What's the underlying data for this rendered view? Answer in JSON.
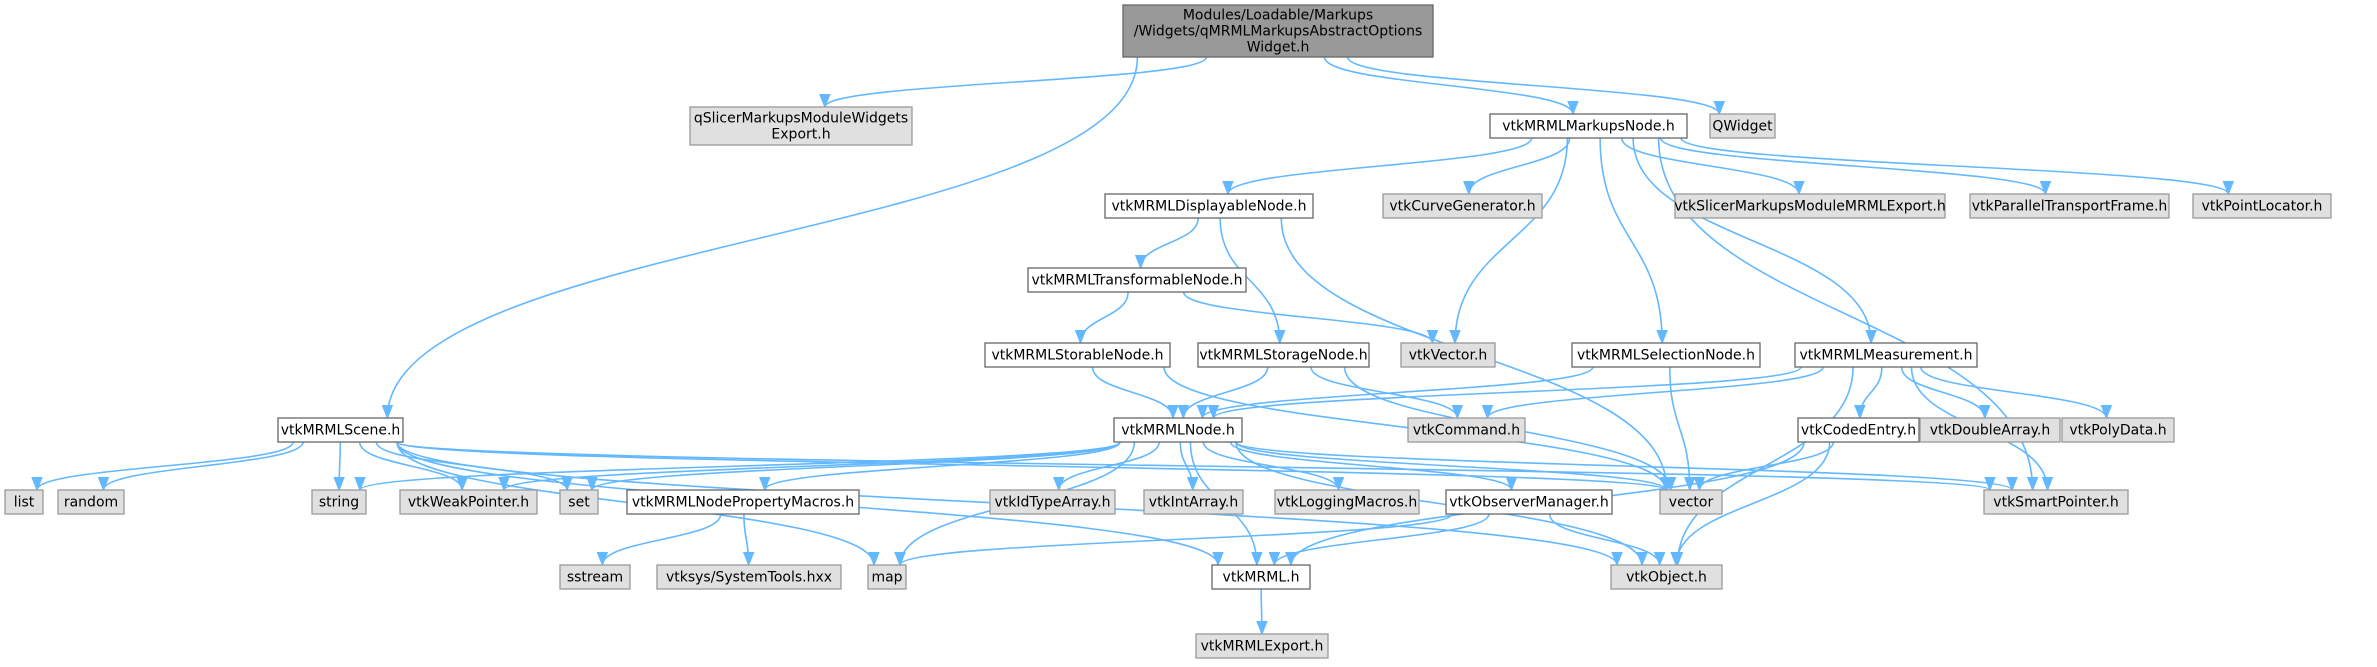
{
  "colors": {
    "edge": "#63b8ff",
    "root_fill": "#999999",
    "root_stroke": "#666666",
    "doc_fill": "#ffffff",
    "doc_stroke": "#666666",
    "ext_fill": "#e0e0e0",
    "ext_stroke": "#999999",
    "text": "#000000"
  },
  "nodes": [
    {
      "id": "root",
      "label": [
        "Modules/Loadable/Markups",
        "/Widgets/qMRMLMarkupsAbstractOptions",
        "Widget.h"
      ],
      "kind": "root"
    },
    {
      "id": "qsmexp",
      "label": [
        "qSlicerMarkupsModuleWidgets",
        "Export.h"
      ],
      "kind": "ext"
    },
    {
      "id": "markupsnode",
      "label": [
        "vtkMRMLMarkupsNode.h"
      ],
      "kind": "doc"
    },
    {
      "id": "qwidget",
      "label": [
        "QWidget"
      ],
      "kind": "ext"
    },
    {
      "id": "displayable",
      "label": [
        "vtkMRMLDisplayableNode.h"
      ],
      "kind": "doc"
    },
    {
      "id": "curvegen",
      "label": [
        "vtkCurveGenerator.h"
      ],
      "kind": "ext"
    },
    {
      "id": "smmrmlexp",
      "label": [
        "vtkSlicerMarkupsModuleMRMLExport.h"
      ],
      "kind": "ext"
    },
    {
      "id": "ptf",
      "label": [
        "vtkParallelTransportFrame.h"
      ],
      "kind": "ext"
    },
    {
      "id": "pointlocator",
      "label": [
        "vtkPointLocator.h"
      ],
      "kind": "ext"
    },
    {
      "id": "transformable",
      "label": [
        "vtkMRMLTransformableNode.h"
      ],
      "kind": "doc"
    },
    {
      "id": "storable",
      "label": [
        "vtkMRMLStorableNode.h"
      ],
      "kind": "doc"
    },
    {
      "id": "storage",
      "label": [
        "vtkMRMLStorageNode.h"
      ],
      "kind": "doc"
    },
    {
      "id": "vtkvector",
      "label": [
        "vtkVector.h"
      ],
      "kind": "ext"
    },
    {
      "id": "selection",
      "label": [
        "vtkMRMLSelectionNode.h"
      ],
      "kind": "doc"
    },
    {
      "id": "measurement",
      "label": [
        "vtkMRMLMeasurement.h"
      ],
      "kind": "doc"
    },
    {
      "id": "scene",
      "label": [
        "vtkMRMLScene.h"
      ],
      "kind": "doc"
    },
    {
      "id": "mrmlnode",
      "label": [
        "vtkMRMLNode.h"
      ],
      "kind": "doc"
    },
    {
      "id": "command",
      "label": [
        "vtkCommand.h"
      ],
      "kind": "ext"
    },
    {
      "id": "codedentry",
      "label": [
        "vtkCodedEntry.h"
      ],
      "kind": "doc"
    },
    {
      "id": "doublearray",
      "label": [
        "vtkDoubleArray.h"
      ],
      "kind": "ext"
    },
    {
      "id": "polydata",
      "label": [
        "vtkPolyData.h"
      ],
      "kind": "ext"
    },
    {
      "id": "list",
      "label": [
        "list"
      ],
      "kind": "ext"
    },
    {
      "id": "random",
      "label": [
        "random"
      ],
      "kind": "ext"
    },
    {
      "id": "string",
      "label": [
        "string"
      ],
      "kind": "ext"
    },
    {
      "id": "weakptr",
      "label": [
        "vtkWeakPointer.h"
      ],
      "kind": "ext"
    },
    {
      "id": "set",
      "label": [
        "set"
      ],
      "kind": "ext"
    },
    {
      "id": "propmacros",
      "label": [
        "vtkMRMLNodePropertyMacros.h"
      ],
      "kind": "doc"
    },
    {
      "id": "idtype",
      "label": [
        "vtkIdTypeArray.h"
      ],
      "kind": "ext"
    },
    {
      "id": "intarray",
      "label": [
        "vtkIntArray.h"
      ],
      "kind": "ext"
    },
    {
      "id": "logging",
      "label": [
        "vtkLoggingMacros.h"
      ],
      "kind": "ext"
    },
    {
      "id": "obsmgr",
      "label": [
        "vtkObserverManager.h"
      ],
      "kind": "doc"
    },
    {
      "id": "vector",
      "label": [
        "vector"
      ],
      "kind": "ext"
    },
    {
      "id": "smartptr",
      "label": [
        "vtkSmartPointer.h"
      ],
      "kind": "ext"
    },
    {
      "id": "sstream",
      "label": [
        "sstream"
      ],
      "kind": "ext"
    },
    {
      "id": "systools",
      "label": [
        "vtksys/SystemTools.hxx"
      ],
      "kind": "ext"
    },
    {
      "id": "map",
      "label": [
        "map"
      ],
      "kind": "ext"
    },
    {
      "id": "vtkmrml",
      "label": [
        "vtkMRML.h"
      ],
      "kind": "doc"
    },
    {
      "id": "vtkobject",
      "label": [
        "vtkObject.h"
      ],
      "kind": "ext"
    },
    {
      "id": "mrmlexport",
      "label": [
        "vtkMRMLExport.h"
      ],
      "kind": "ext"
    }
  ],
  "edges": [
    [
      "root",
      "qsmexp"
    ],
    [
      "root",
      "markupsnode"
    ],
    [
      "root",
      "qwidget"
    ],
    [
      "root",
      "scene"
    ],
    [
      "markupsnode",
      "displayable"
    ],
    [
      "markupsnode",
      "curvegen"
    ],
    [
      "markupsnode",
      "smmrmlexp"
    ],
    [
      "markupsnode",
      "ptf"
    ],
    [
      "markupsnode",
      "pointlocator"
    ],
    [
      "markupsnode",
      "vtkvector"
    ],
    [
      "markupsnode",
      "selection"
    ],
    [
      "markupsnode",
      "measurement"
    ],
    [
      "markupsnode",
      "smartptr"
    ],
    [
      "displayable",
      "transformable"
    ],
    [
      "displayable",
      "storage"
    ],
    [
      "displayable",
      "vector"
    ],
    [
      "transformable",
      "storable"
    ],
    [
      "transformable",
      "vtkvector"
    ],
    [
      "storable",
      "mrmlnode"
    ],
    [
      "storable",
      "vector"
    ],
    [
      "storage",
      "mrmlnode"
    ],
    [
      "storage",
      "command"
    ],
    [
      "storage",
      "vector"
    ],
    [
      "selection",
      "mrmlnode"
    ],
    [
      "selection",
      "vector"
    ],
    [
      "measurement",
      "mrmlnode"
    ],
    [
      "measurement",
      "command"
    ],
    [
      "measurement",
      "codedentry"
    ],
    [
      "measurement",
      "doublearray"
    ],
    [
      "measurement",
      "polydata"
    ],
    [
      "measurement",
      "smartptr"
    ],
    [
      "measurement",
      "vtkobject"
    ],
    [
      "codedentry",
      "vector"
    ],
    [
      "codedentry",
      "vtkmrml"
    ],
    [
      "codedentry",
      "vtkobject"
    ],
    [
      "scene",
      "list"
    ],
    [
      "scene",
      "random"
    ],
    [
      "scene",
      "string"
    ],
    [
      "scene",
      "weakptr"
    ],
    [
      "scene",
      "set"
    ],
    [
      "scene",
      "map"
    ],
    [
      "scene",
      "vtkmrml"
    ],
    [
      "scene",
      "vtkobject"
    ],
    [
      "scene",
      "vector"
    ],
    [
      "scene",
      "smartptr"
    ],
    [
      "mrmlnode",
      "string"
    ],
    [
      "mrmlnode",
      "weakptr"
    ],
    [
      "mrmlnode",
      "set"
    ],
    [
      "mrmlnode",
      "propmacros"
    ],
    [
      "mrmlnode",
      "idtype"
    ],
    [
      "mrmlnode",
      "intarray"
    ],
    [
      "mrmlnode",
      "logging"
    ],
    [
      "mrmlnode",
      "obsmgr"
    ],
    [
      "mrmlnode",
      "vector"
    ],
    [
      "mrmlnode",
      "smartptr"
    ],
    [
      "mrmlnode",
      "map"
    ],
    [
      "mrmlnode",
      "vtkmrml"
    ],
    [
      "mrmlnode",
      "vtkobject"
    ],
    [
      "propmacros",
      "sstream"
    ],
    [
      "propmacros",
      "systools"
    ],
    [
      "obsmgr",
      "map"
    ],
    [
      "obsmgr",
      "vtkmrml"
    ],
    [
      "obsmgr",
      "vtkobject"
    ],
    [
      "vtkmrml",
      "mrmlexport"
    ]
  ]
}
